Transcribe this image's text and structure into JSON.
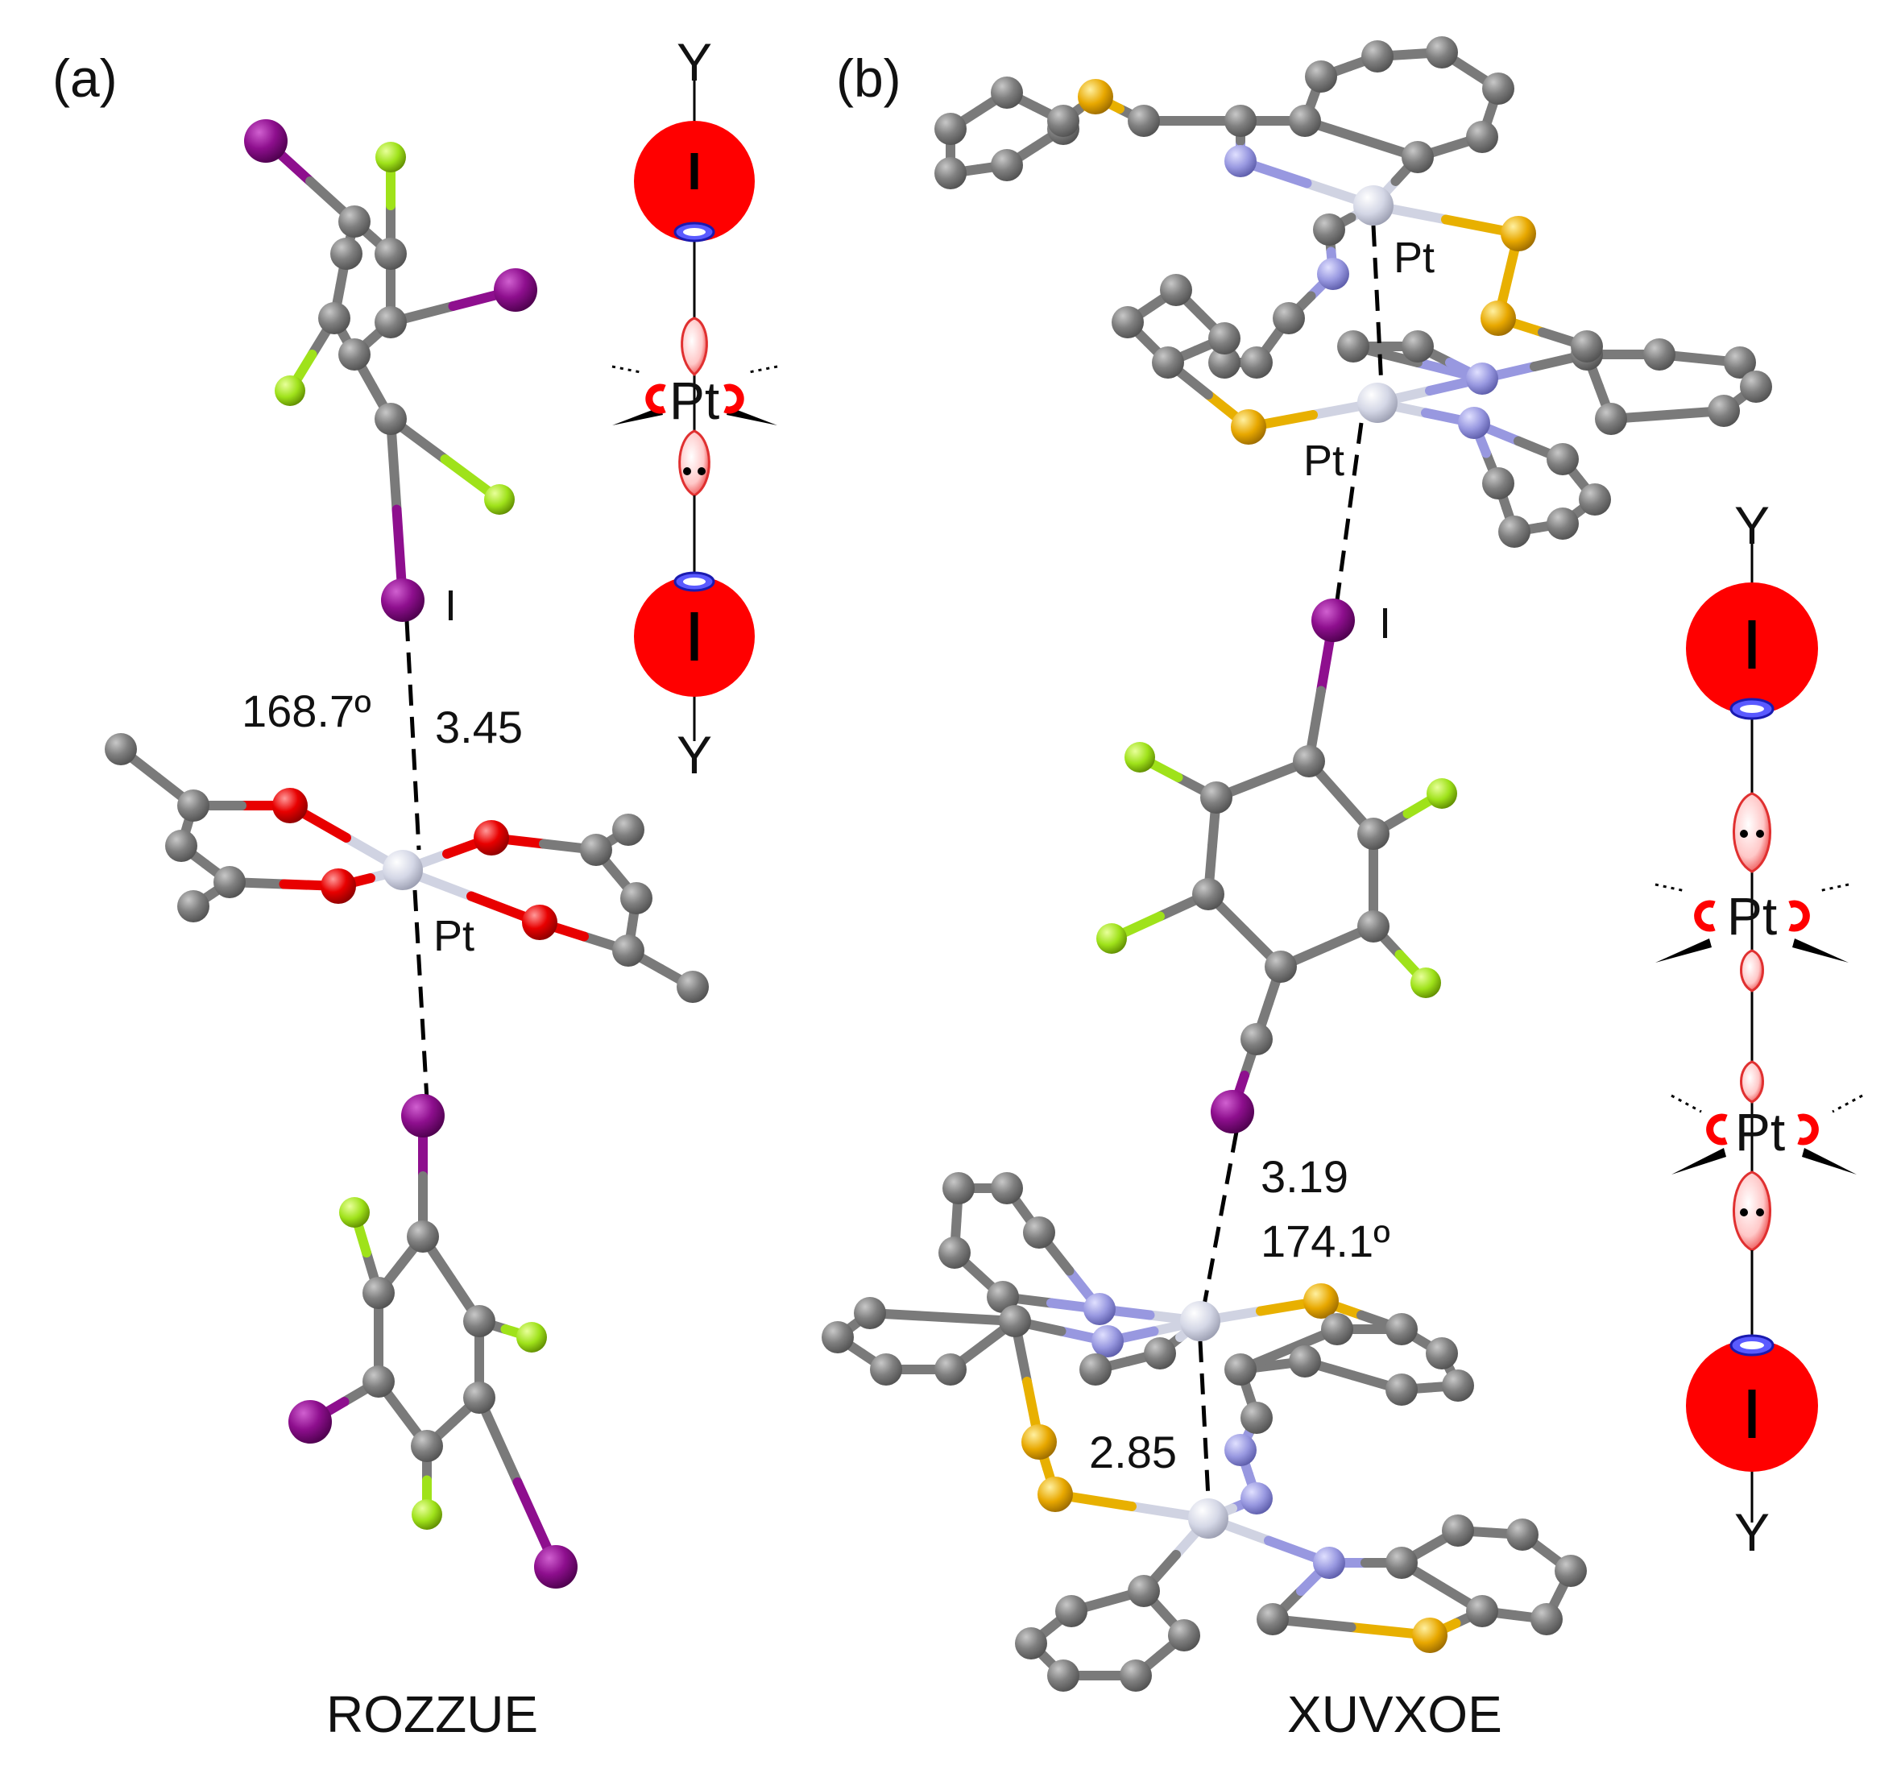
{
  "panels": [
    {
      "label": "(a)",
      "atoms": {
        "iodine": "I",
        "platinum": "Pt"
      },
      "angle": "168.7º",
      "distance": "3.45",
      "caption": "ROZZUE",
      "schematic": {
        "top_end": "Y",
        "bottom_end": "Y",
        "center": "Pt",
        "iodine_top": "I",
        "iodine_bottom": "I"
      }
    },
    {
      "label": "(b)",
      "atoms": {
        "platinum_top": "Pt",
        "platinum_mid": "Pt",
        "iodine": "I"
      },
      "distance_i_pt": "3.19",
      "angle": "174.1º",
      "distance_pt_pt": "2.85",
      "caption": "XUVXOE",
      "schematic": {
        "top_end": "Y",
        "bottom_end": "Y",
        "upper_center": "Pt",
        "lower_center": "Pt",
        "iodine_top": "I",
        "iodine_bottom": "I"
      }
    }
  ],
  "colors": {
    "carbon": "#808080",
    "iodine": "#8e0f8e",
    "fluorine": "#9fe21a",
    "oxygen": "#e80000",
    "platinum": "#d4d7e6",
    "nitrogen": "#9898e0",
    "sulfur": "#e8a800",
    "sigma_hole": "#ff0000"
  }
}
